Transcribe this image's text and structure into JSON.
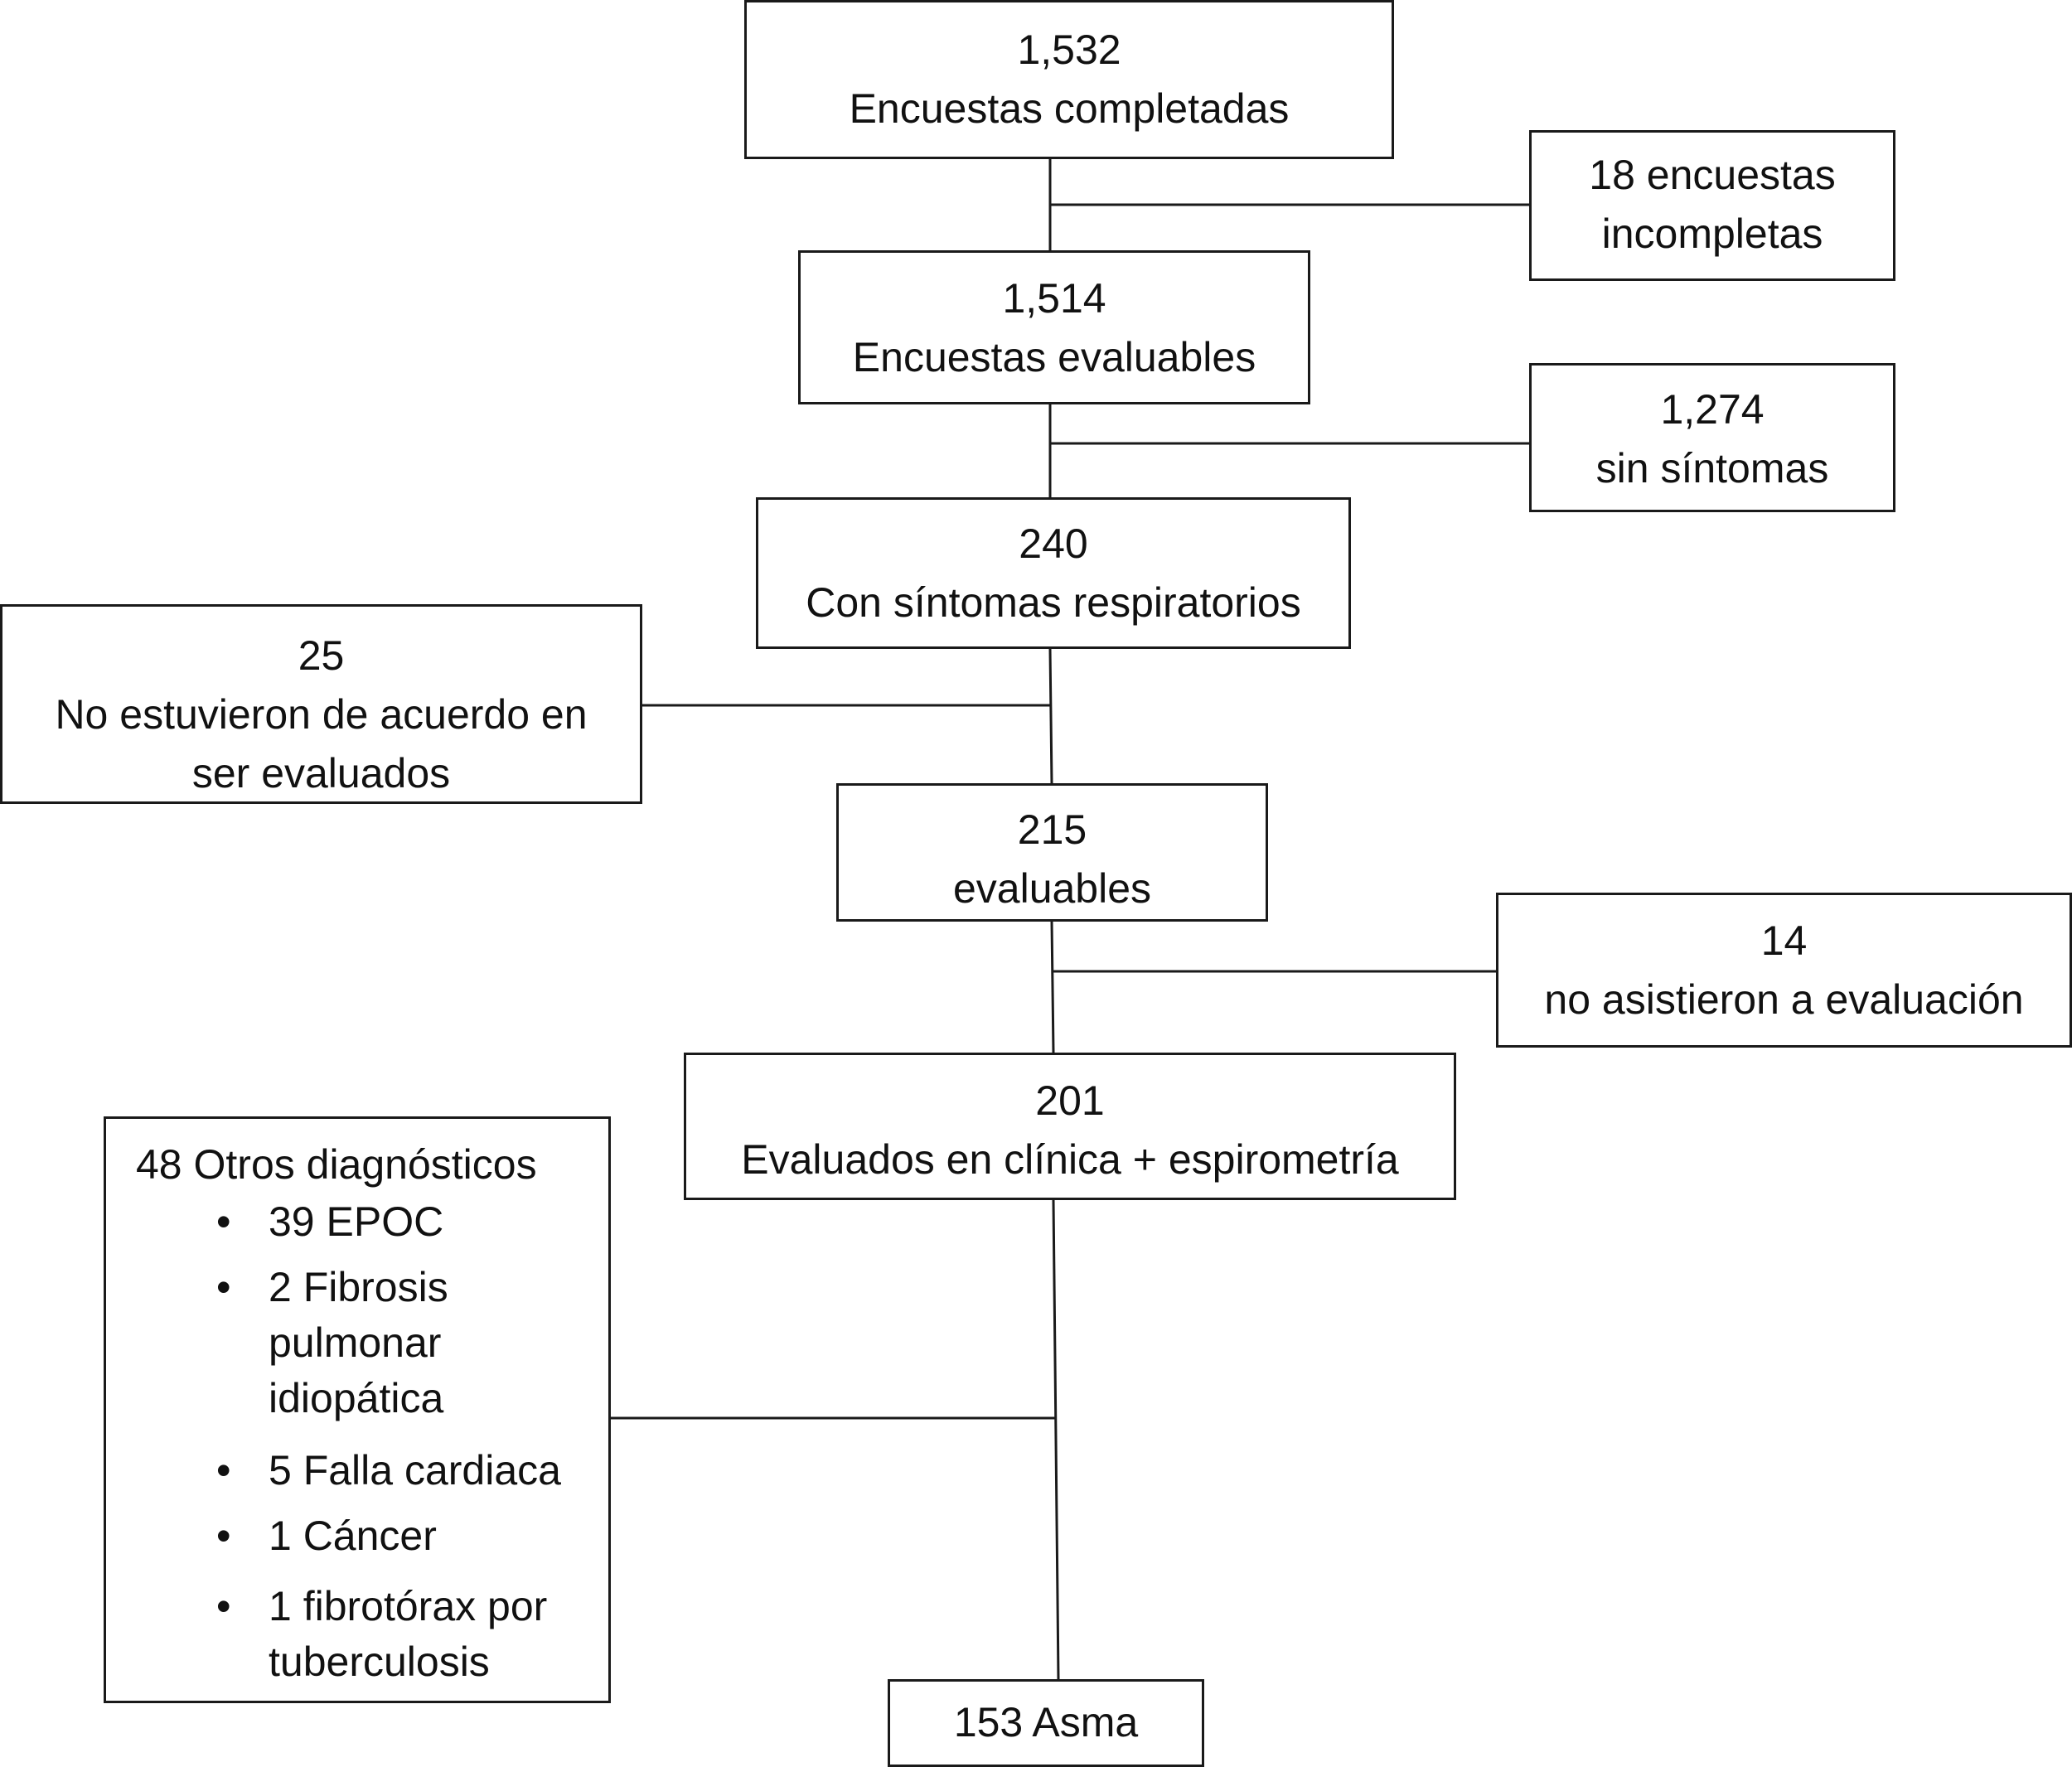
{
  "flowchart": {
    "completadas": {
      "count": "1,532",
      "label": "Encuestas completadas"
    },
    "incompletas": {
      "line1": "18 encuestas",
      "line2": "incompletas"
    },
    "evaluables_encuestas": {
      "count": "1,514",
      "label": "Encuestas evaluables"
    },
    "sin_sintomas": {
      "count": "1,274",
      "label": "sin síntomas"
    },
    "con_sintomas": {
      "count": "240",
      "label": "Con síntomas respiratorios"
    },
    "no_acuerdo": {
      "count": "25",
      "line1": "No estuvieron de acuerdo en",
      "line2": "ser evaluados"
    },
    "evaluables": {
      "count": "215",
      "label": "evaluables"
    },
    "no_asistieron": {
      "count": "14",
      "label": "no asistieron a evaluación"
    },
    "clinica": {
      "count": "201",
      "label": "Evaluados en clínica + espirometría"
    },
    "otros": {
      "title": "48 Otros diagnósticos",
      "bullet": "•",
      "items": [
        "39 EPOC",
        "2 Fibrosis pulmonar idiopática",
        "5 Falla cardiaca",
        "1 Cáncer",
        "1 fibrotórax por tuberculosis"
      ]
    },
    "asma": {
      "label": "153 Asma"
    }
  }
}
